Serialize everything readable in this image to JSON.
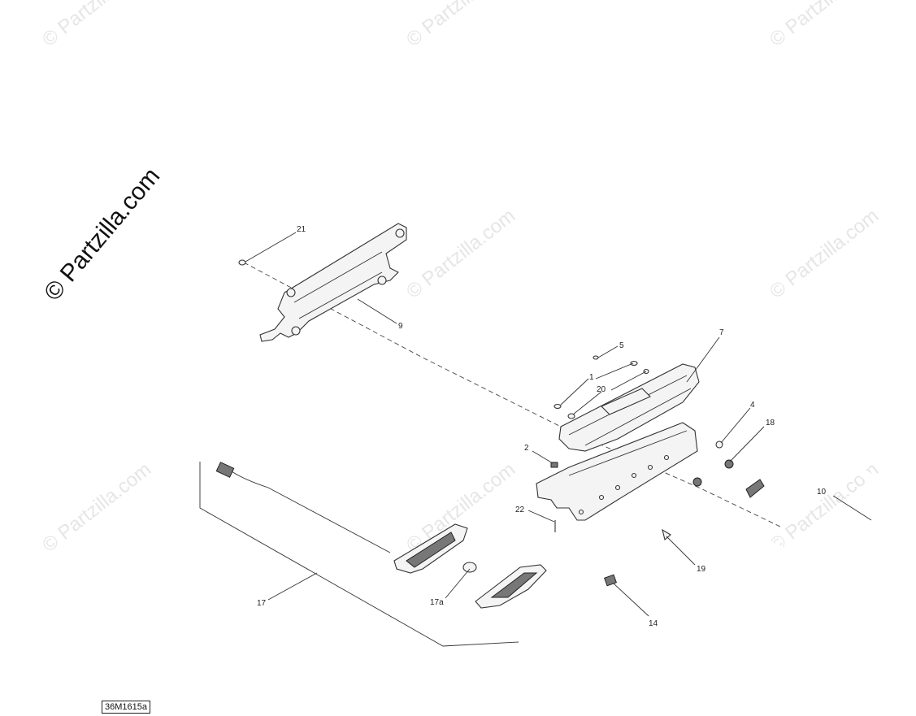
{
  "watermark": {
    "text_small": "© Partzilla.com",
    "text_large": "© Partzilla.com"
  },
  "reference_code": "36M1615a",
  "callouts": {
    "c21": "21",
    "c9": "9",
    "c5": "5",
    "c7": "7",
    "c1": "1",
    "c20": "20",
    "c4": "4",
    "c18": "18",
    "c2": "2",
    "c22": "22",
    "c10": "10",
    "c19": "19",
    "c17": "17",
    "c17a": "17a",
    "c14": "14"
  },
  "colors": {
    "line": "#333333",
    "watermark": "#e6e6e6"
  }
}
